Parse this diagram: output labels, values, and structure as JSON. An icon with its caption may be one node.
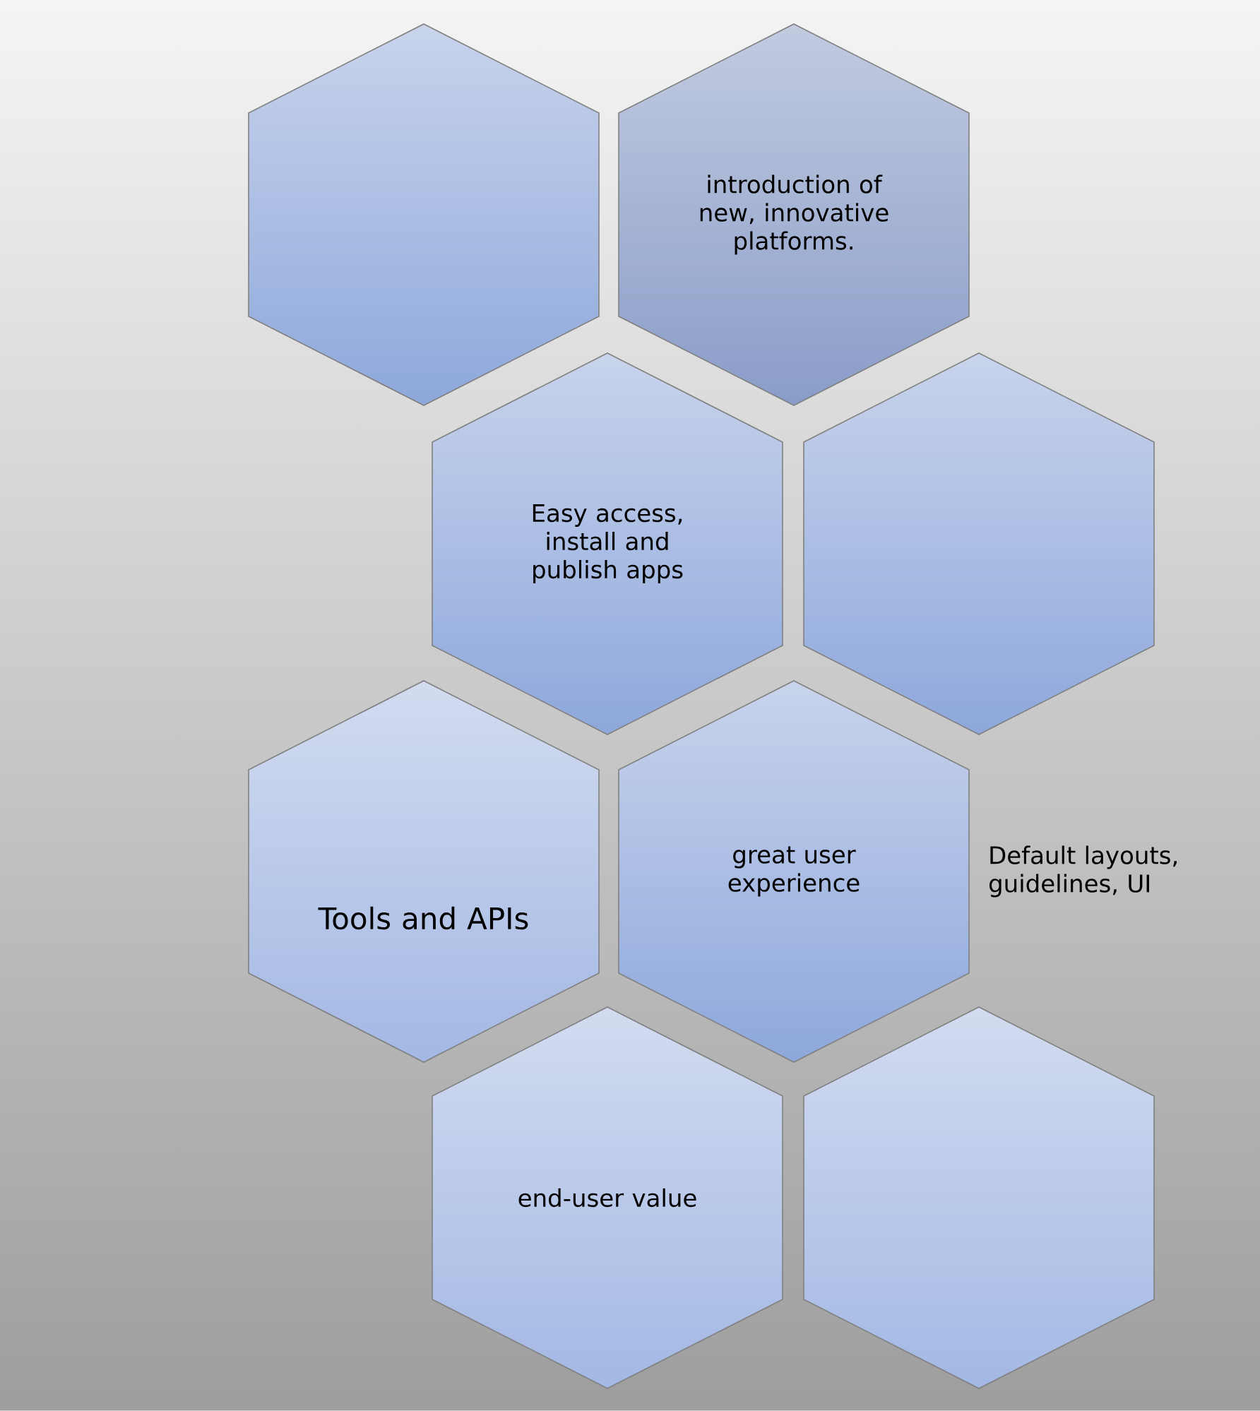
{
  "diagram": {
    "nodes": [
      {
        "text": [],
        "shape": "hexagon"
      },
      {
        "text": [
          "introduction of new, innovative platforms."
        ]
      },
      {
        "text": [
          "Easy access, install and publish apps"
        ]
      },
      {
        "text": [],
        "shape": "hexagon"
      },
      {
        "text": [
          "Tools and APIs"
        ]
      },
      {
        "text": [
          "great user experience"
        ],
        "beside": [
          "Default layouts, guidelines, UI"
        ]
      },
      {
        "text": [
          "end-user value"
        ]
      },
      {
        "text": [],
        "shape": "hexagon"
      }
    ]
  }
}
